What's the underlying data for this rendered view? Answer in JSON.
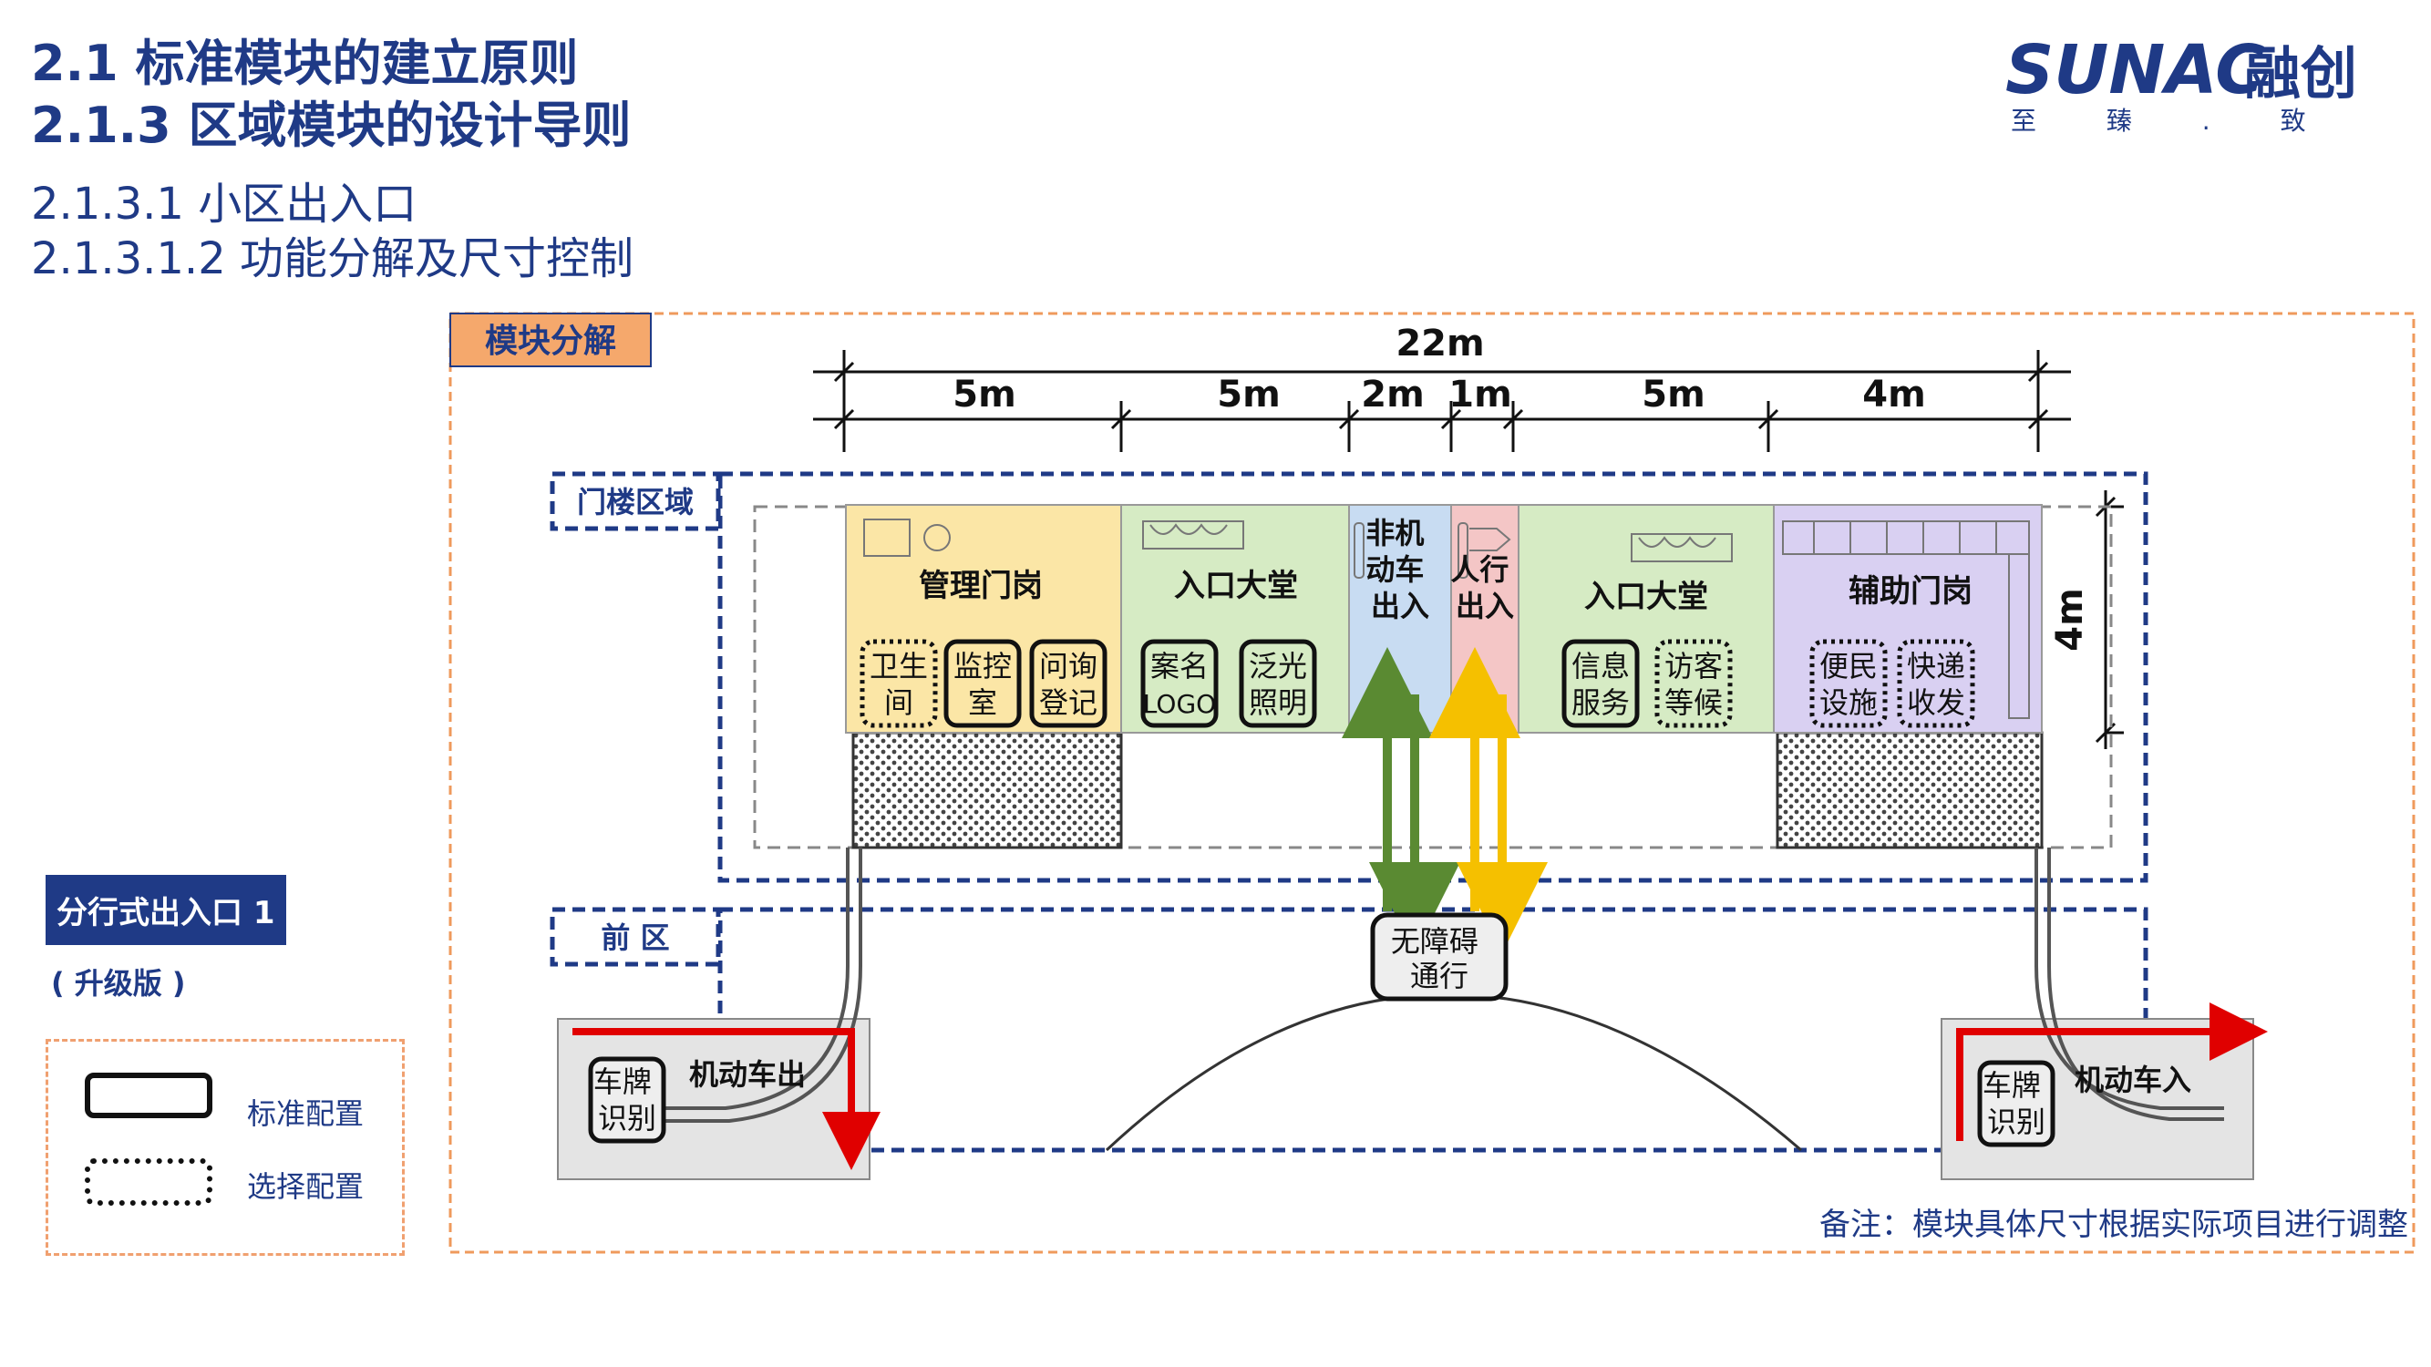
{
  "header": {
    "title_line1": "2.1 标准模块的建立原则",
    "title_line2": "2.1.3 区域模块的设计导则",
    "subtitle_line1": "2.1.3.1 小区出入口",
    "subtitle_line2": "2.1.3.1.2 功能分解及尺寸控制"
  },
  "logo": {
    "brand_en": "SUNAC",
    "brand_cn": "融创",
    "slogan": "至 臻 . 致 远"
  },
  "sidebar": {
    "tag": "分行式出入口 1",
    "version": "( 升级版 )",
    "legend": [
      {
        "style": "solid",
        "label": "标准配置"
      },
      {
        "style": "dotted",
        "label": "选择配置"
      }
    ]
  },
  "diagram": {
    "section_label": "模块分解",
    "total_width": "22m",
    "segments": [
      "5m",
      "5m",
      "2m",
      "1m",
      "5m",
      "4m"
    ],
    "depth": "4m",
    "zones": {
      "gate_zone": "门楼区域",
      "front_zone": "前 区"
    },
    "modules": {
      "management": {
        "title": "管理门岗",
        "items": [
          {
            "label": "卫生\n间",
            "style": "dotted"
          },
          {
            "label": "监控\n室",
            "style": "solid"
          },
          {
            "label": "问询\n登记",
            "style": "solid"
          }
        ]
      },
      "lobby_left": {
        "title": "入口大堂",
        "items": [
          {
            "label": "案名\nLOGO",
            "style": "solid"
          },
          {
            "label": "泛光\n照明",
            "style": "solid"
          }
        ]
      },
      "nonmotor": {
        "title": "非机\n动车\n出入"
      },
      "pedestrian": {
        "title": "人行\n出入"
      },
      "lobby_right": {
        "title": "入口大堂",
        "items": [
          {
            "label": "信息\n服务",
            "style": "solid"
          },
          {
            "label": "访客\n等候",
            "style": "dotted"
          }
        ]
      },
      "aux": {
        "title": "辅助门岗",
        "items": [
          {
            "label": "便民\n设施",
            "style": "dotted"
          },
          {
            "label": "快递\n收发",
            "style": "dotted"
          }
        ]
      }
    },
    "barrier_free": "无障碍\n通行",
    "vehicle_out": {
      "label": "机动车出",
      "plate": "车牌\n识别"
    },
    "vehicle_in": {
      "label": "机动车入",
      "plate": "车牌\n识别"
    },
    "colors": {
      "management": "#fbe6a6",
      "lobby": "#d6ebc4",
      "nonmotor": "#c8dcf2",
      "pedestrian": "#f4c6c6",
      "aux": "#d9d0f2",
      "navy": "#1f3a86",
      "orange": "#ef9a5c",
      "green_arrow": "#5a8a32",
      "yellow_arrow": "#f5c000",
      "red_arrow": "#e00000"
    }
  },
  "footnote": "备注：模块具体尺寸根据实际项目进行调整"
}
